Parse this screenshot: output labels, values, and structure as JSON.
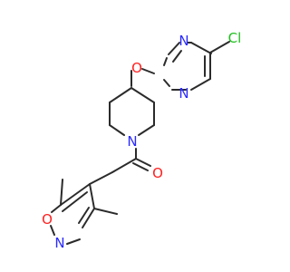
{
  "molecule": {
    "atoms": {
      "cl": {
        "label": "Cl",
        "color": "#1fbf1f"
      },
      "n_pyr_top": {
        "label": "N",
        "color": "#2a2aff"
      },
      "n_pyr_bottom": {
        "label": "N",
        "color": "#2a2aff"
      },
      "o_ether": {
        "label": "O",
        "color": "#ff2020"
      },
      "n_pip": {
        "label": "N",
        "color": "#2a2aff"
      },
      "o_carbonyl": {
        "label": "O",
        "color": "#ff2020"
      },
      "o_isox": {
        "label": "O",
        "color": "#ff2020"
      },
      "n_isox": {
        "label": "N",
        "color": "#2a2aff"
      }
    }
  }
}
